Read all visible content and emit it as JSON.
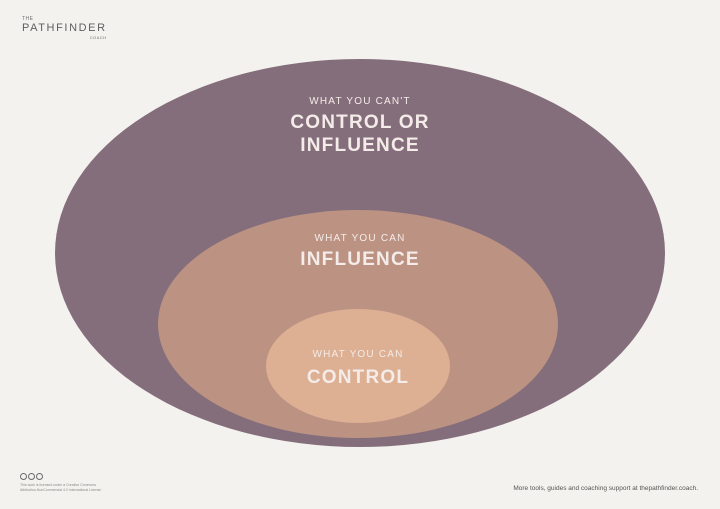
{
  "logo": {
    "pre": "THE",
    "main": "PATHFINDER",
    "sub": "COACH"
  },
  "colors": {
    "background": "#f3f2ee",
    "outer_ellipse": "#856e7b",
    "middle_ellipse": "#bc9283",
    "inner_ellipse": "#ddaf93",
    "label_text": "#f4ece8"
  },
  "circles": {
    "outer": {
      "small": "WHAT YOU CAN'T",
      "big_line1": "CONTROL OR",
      "big_line2": "INFLUENCE"
    },
    "middle": {
      "small": "WHAT YOU CAN",
      "big": "INFLUENCE"
    },
    "inner": {
      "small": "WHAT YOU CAN",
      "big": "CONTROL"
    }
  },
  "footer": {
    "license_icons": [
      "cc-icon",
      "by-icon",
      "nc-icon"
    ],
    "license_line1": "This work is licensed under a Creative Commons",
    "license_line2": "Attribution-NonCommercial 4.0 International License",
    "right_text": "More tools, guides and coaching support at thepathfinder.coach."
  }
}
